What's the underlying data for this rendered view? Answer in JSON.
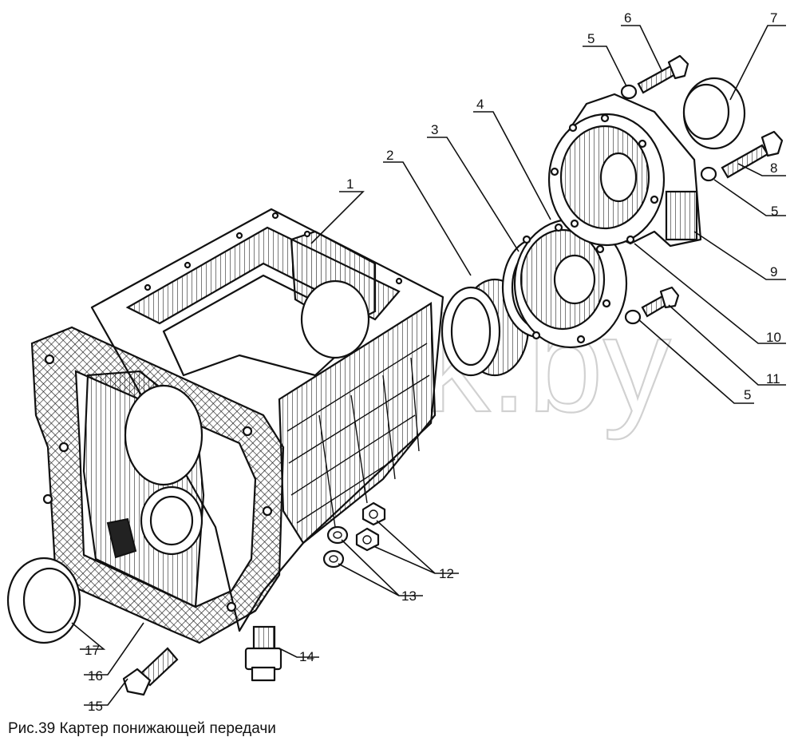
{
  "caption": "Рис.39 Картер понижающей передачи",
  "watermark": "mazik.by",
  "callouts": {
    "c1": "1",
    "c2": "2",
    "c3": "3",
    "c4": "4",
    "c5a": "5",
    "c5b": "5",
    "c5c": "5",
    "c6": "6",
    "c7": "7",
    "c8": "8",
    "c9": "9",
    "c10": "10",
    "c11": "11",
    "c12": "12",
    "c13": "13",
    "c14": "14",
    "c15": "15",
    "c16": "16",
    "c17": "17"
  }
}
